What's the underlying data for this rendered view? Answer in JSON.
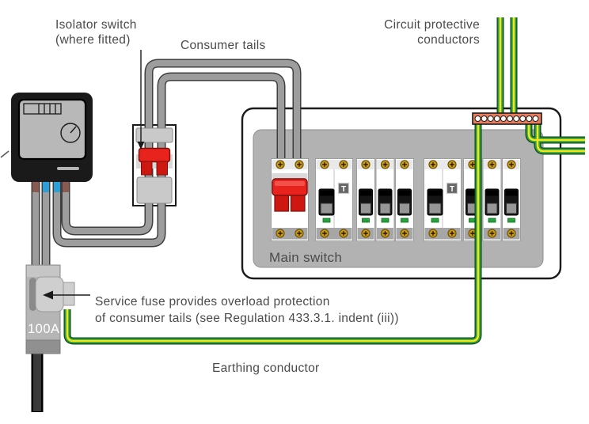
{
  "diagram": {
    "labels": {
      "isolator_line1": "Isolator switch",
      "isolator_line2": "(where fitted)",
      "consumer_tails": "Consumer tails",
      "cpc_line1": "Circuit protective",
      "cpc_line2": "conductors",
      "earthing_conductor": "Earthing conductor"
    },
    "consumer_unit": {
      "main_switch_label": "Main switch",
      "rcd_test_button": "T"
    },
    "service_fuse": {
      "rating": "100A",
      "note_line1": "Service fuse provides overload protection",
      "note_line2": "of consumer tails (see Regulation 433.3.1. indent (iii))"
    },
    "colors": {
      "switch_red": "#e8231d",
      "earth_green": "#2f9e44",
      "earth_yellow": "#f2e619",
      "wire_gray": "#9d9d9d",
      "terminal_bar_orange": "#e97d5e",
      "neutral_blue": "#2e9fd4",
      "phase_brown": "#8a5a50",
      "label_text": "#4a4b4d"
    }
  }
}
